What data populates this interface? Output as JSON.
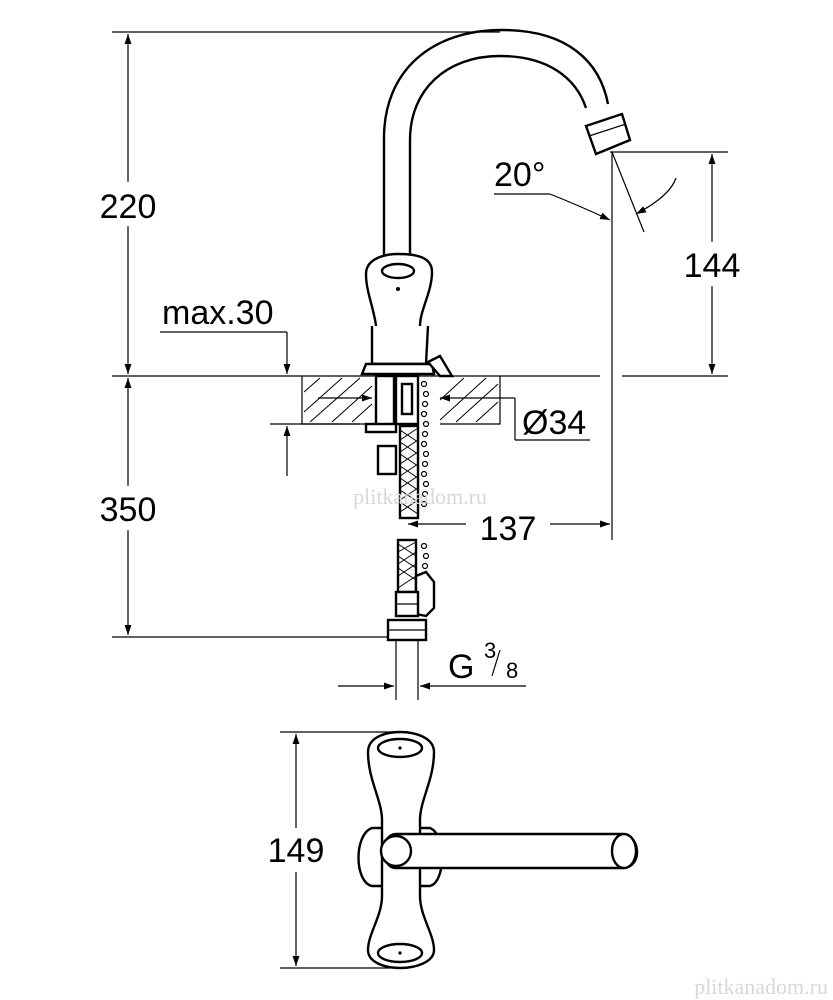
{
  "dimensions": {
    "height_total": "220",
    "max_thickness": "max.30",
    "hole_diameter": "Ø34",
    "hose_length": "350",
    "projection": "137",
    "outlet_height": "144",
    "swivel_angle": "20°",
    "thread_main": "G",
    "thread_num": "3",
    "thread_den": "8",
    "top_view_width": "149"
  },
  "watermarks": {
    "center": "plitkanadom.ru",
    "corner": "plitkanadom.ru"
  }
}
